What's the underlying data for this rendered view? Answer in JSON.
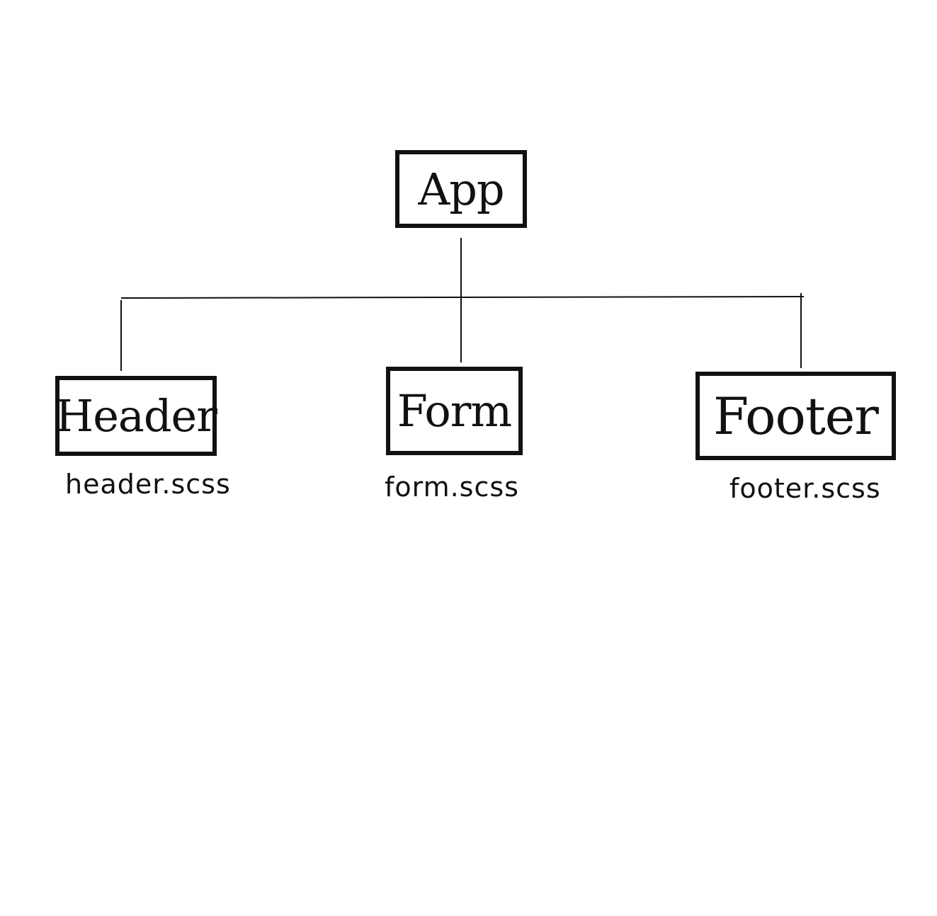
{
  "diagram": {
    "root": {
      "label": "App"
    },
    "children": [
      {
        "id": "header",
        "label": "Header",
        "file": "header.scss"
      },
      {
        "id": "form",
        "label": "Form",
        "file": "form.scss"
      },
      {
        "id": "footer",
        "label": "Footer",
        "file": "footer.scss"
      }
    ],
    "colors": {
      "ink": "#111111",
      "background": "#ffffff"
    }
  }
}
